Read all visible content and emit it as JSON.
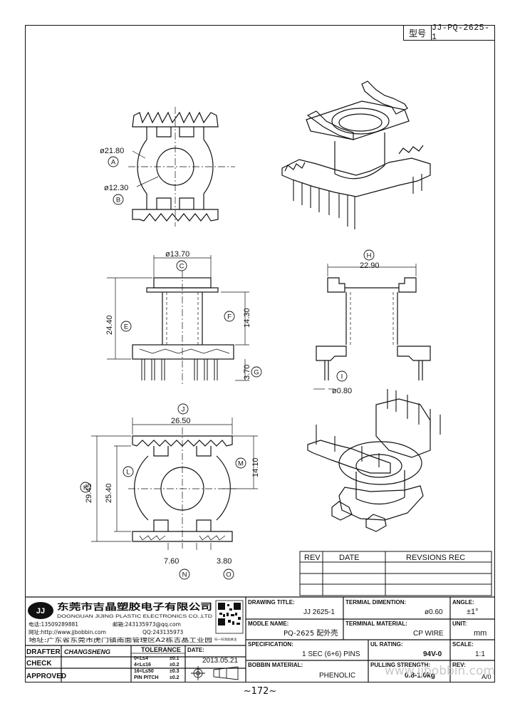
{
  "model": {
    "label": "型号",
    "value": "JJ-PQ-2625-1"
  },
  "dims": {
    "d_outer": "ø21.80",
    "d_inner": "ø12.30",
    "w_top": "ø13.70",
    "h_total": "24.40",
    "h_mid": "14.30",
    "h_pin": "3.70",
    "w_side": "22.90",
    "d_pin": "ø0.80",
    "w_base": "26.50",
    "h_base": "29.45",
    "h_body": "25.40",
    "h_slot": "14.10",
    "p1": "7.60",
    "p2": "3.80"
  },
  "markers": [
    "A",
    "B",
    "C",
    "E",
    "F",
    "G",
    "H",
    "I",
    "J",
    "K",
    "L",
    "M",
    "N",
    "O"
  ],
  "rev_table": {
    "headers": [
      "REV",
      "DATE",
      "REVSIONS REC"
    ]
  },
  "company": {
    "logo": "JJ",
    "name_cn": "东莞市吉晶塑胶电子有限公司",
    "name_en": "DOGNGUAN JIJING PLASTIC ELECTRONICS CO.,LTD",
    "tel": "电话:13509289881",
    "email": "邮箱:243135973@qq.com",
    "web": "网址:http://www.jjbobbin.com",
    "qq": "QQ:243135973",
    "addr": "地址:广东省东莞市虎门镇南面管理区A2栋吉晶工业园",
    "qr_caption": "扫一扫添加关注"
  },
  "title_block": {
    "drawing_title_lbl": "DRAWING TITLE:",
    "drawing_title": "JJ  2625-1",
    "terminal_dim_lbl": "TERMIAL DIMENTION:",
    "terminal_dim": "ø0.60",
    "angle_lbl": "ANGLE:",
    "angle": "±1°",
    "model_name_lbl": "MODLE NAME:",
    "model_name": "PQ-2625 配外壳",
    "terminal_mat_lbl": "TERMINAL MATERIAL:",
    "terminal_mat": "CP WIRE",
    "unit_lbl": "UNIT:",
    "unit": "mm",
    "spec_lbl": "SPECIFICATION:",
    "spec": "1 SEC (6+6) PINS",
    "ul_lbl": "UL RATING:",
    "ul": "94V-0",
    "scale_lbl": "SCALE:",
    "scale": "1:1",
    "bobbin_lbl": "BOBBIN  MATERIAL:",
    "bobbin": "PHENOLIC",
    "pull_lbl": "PULLING STRENGTH:",
    "pull": "0.8-1.0kg",
    "rev_lbl": "REV:",
    "rev": "A/0",
    "drafter_lbl": "DRAFTER",
    "drafter": "CHANGSHENG",
    "check_lbl": "CHECK",
    "approved_lbl": "APPROVED",
    "tolerance_lbl": "TOLERANCE",
    "tol_rows": [
      [
        "0<L≤4",
        "±0.1"
      ],
      [
        "4<L≤16",
        "±0.2"
      ],
      [
        "16<L≤50",
        "±0.3"
      ],
      [
        "PIN PITCH",
        "±0.2"
      ]
    ],
    "date_lbl": "DATE:",
    "date": "2013.05.21"
  },
  "watermark": "www.jjbobbin.com",
  "page_number": "~172~"
}
